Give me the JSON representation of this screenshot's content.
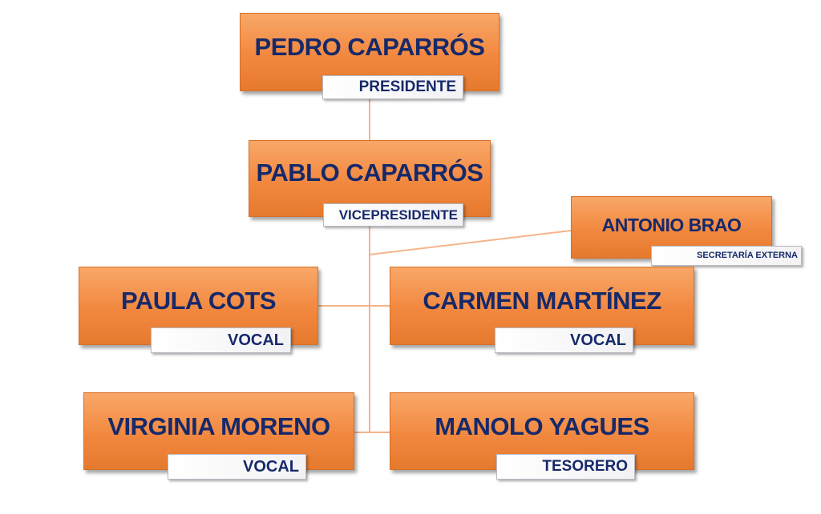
{
  "colors": {
    "box_fill": "#f2883f",
    "text": "#16296a",
    "connector": "#f4b48a"
  },
  "nodes": {
    "pedro": {
      "name": "PEDRO CAPARRÓS",
      "role": "PRESIDENTE"
    },
    "pablo": {
      "name": "PABLO CAPARRÓS",
      "role": "VICEPRESIDENTE"
    },
    "antonio": {
      "name": "ANTONIO BRAO",
      "role": "SECRETARÍA EXTERNA"
    },
    "paula": {
      "name": "PAULA COTS",
      "role": "VOCAL"
    },
    "carmen": {
      "name": "CARMEN MARTÍNEZ",
      "role": "VOCAL"
    },
    "virginia": {
      "name": "VIRGINIA MORENO",
      "role": "VOCAL"
    },
    "manolo": {
      "name": "MANOLO YAGUES",
      "role": "TESORERO"
    }
  }
}
